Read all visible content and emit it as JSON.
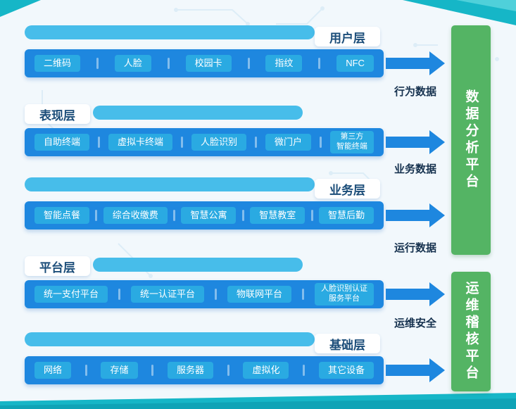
{
  "layers": [
    {
      "title": "用户层",
      "title_side": "right",
      "items": [
        {
          "label": "二维码"
        },
        {
          "label": "人脸"
        },
        {
          "label": "校园卡"
        },
        {
          "label": "指纹"
        },
        {
          "label": "NFC"
        }
      ]
    },
    {
      "title": "表现层",
      "title_side": "left",
      "items": [
        {
          "label": "自助终端"
        },
        {
          "label": "虚拟卡终端"
        },
        {
          "label": "人脸识别"
        },
        {
          "label": "微门户"
        },
        {
          "label": "第三方",
          "label2": "智能终端"
        }
      ]
    },
    {
      "title": "业务层",
      "title_side": "right",
      "items": [
        {
          "label": "智能点餐"
        },
        {
          "label": "综合收缴费"
        },
        {
          "label": "智慧公寓"
        },
        {
          "label": "智慧教室"
        },
        {
          "label": "智慧后勤"
        }
      ]
    },
    {
      "title": "平台层",
      "title_side": "left",
      "items": [
        {
          "label": "统一支付平台"
        },
        {
          "label": "统一认证平台"
        },
        {
          "label": "物联网平台"
        },
        {
          "label": "人脸识别认证",
          "label2": "服务平台"
        }
      ]
    },
    {
      "title": "基础层",
      "title_side": "right",
      "items": [
        {
          "label": "网络"
        },
        {
          "label": "存储"
        },
        {
          "label": "服务器"
        },
        {
          "label": "虚拟化"
        },
        {
          "label": "其它设备"
        }
      ]
    }
  ],
  "flow_labels": [
    {
      "label": "行为数据"
    },
    {
      "label": "业务数据"
    },
    {
      "label": "运行数据"
    },
    {
      "label": "运维安全"
    }
  ],
  "platforms": [
    {
      "label": "数据分析平台"
    },
    {
      "label": "运维稽核平台"
    }
  ],
  "colors": {
    "bar_blue": "#1e87df",
    "item_blue": "#2aaae2",
    "pill_blue": "#47bdea",
    "title_navy": "#1b4d79",
    "flow_navy": "#16324f",
    "platform_green": "#54b464",
    "accent_teal": "#16b6c7",
    "background": "#f2f8fc"
  }
}
